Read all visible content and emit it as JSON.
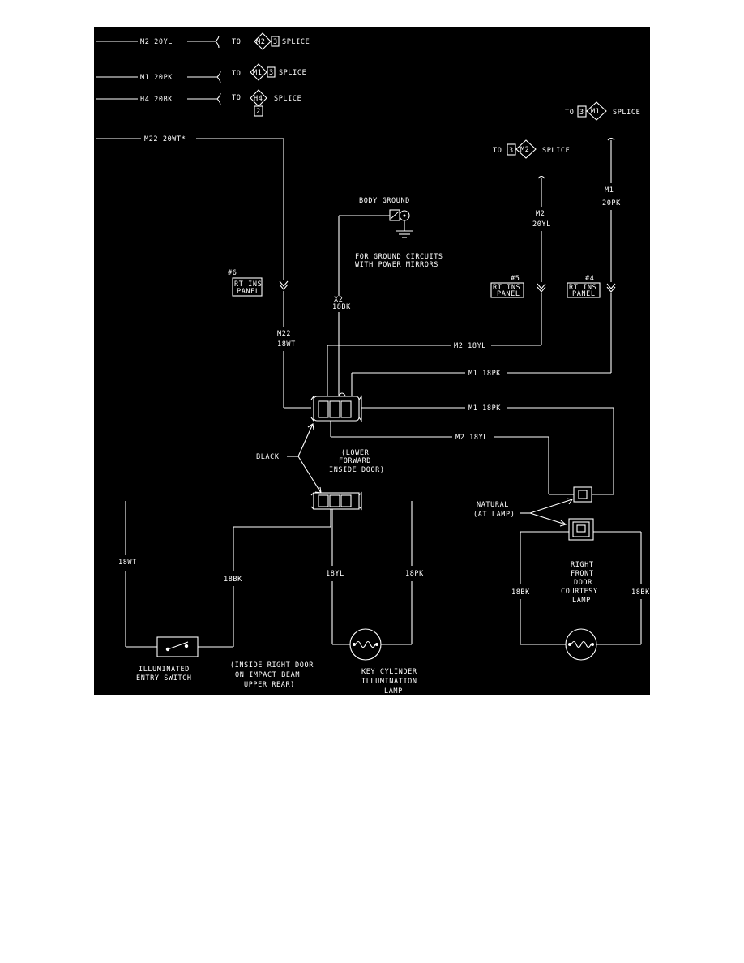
{
  "splices": {
    "m2_top": {
      "wire": "M2 20YL",
      "to": "TO",
      "code": "M2",
      "pin": "3",
      "label": "SPLICE"
    },
    "m1_top": {
      "wire": "M1 20PK",
      "to": "TO",
      "code": "M1",
      "pin": "3",
      "label": "SPLICE"
    },
    "h4_top": {
      "wire": "H4 20BK",
      "to": "TO",
      "code": "H4",
      "pin": "2",
      "label": "SPLICE"
    },
    "m1_right": {
      "to": "TO",
      "pin": "3",
      "code": "M1",
      "label": "SPLICE"
    },
    "m2_right": {
      "to": "TO",
      "pin": "3",
      "code": "M2",
      "label": "SPLICE"
    }
  },
  "wires": {
    "m22_top": "M22 20WT*",
    "m22_mid_code": "M22",
    "m22_mid_gauge": "18WT",
    "x2_code": "X2",
    "x2_gauge": "18BK",
    "m2_right_code": "M2",
    "m2_right_gauge": "20YL",
    "m1_right_code": "M1",
    "m1_right_gauge": "20PK",
    "m2_18yl_upper": "M2 18YL",
    "m1_18pk_upper": "M1 18PK",
    "m1_18pk_lower": "M1 18PK",
    "m2_18yl_lower": "M2 18YL",
    "w18wt": "18WT",
    "w18bk_left": "18BK",
    "w18yl": "18YL",
    "w18pk": "18PK",
    "w18bk_lamp_left": "18BK",
    "w18bk_lamp_right": "18BK"
  },
  "ground": {
    "title": "BODY GROUND",
    "note_line1": "FOR GROUND CIRCUITS",
    "note_line2": "WITH POWER MIRRORS"
  },
  "panels": {
    "p6": {
      "num": "#6",
      "line1": "RT INS",
      "line2": "PANEL"
    },
    "p5": {
      "num": "#5",
      "line1": "RT INS",
      "line2": "PANEL"
    },
    "p4": {
      "num": "#4",
      "line1": "RT INS",
      "line2": "PANEL"
    }
  },
  "labels": {
    "black": "BLACK",
    "lower_line1": "(LOWER",
    "lower_line2": "FORWARD",
    "lower_line3": "INSIDE DOOR)",
    "natural_line1": "NATURAL",
    "natural_line2": "(AT LAMP)",
    "courtesy_line1": "RIGHT",
    "courtesy_line2": "FRONT",
    "courtesy_line3": "DOOR",
    "courtesy_line4": "COURTESY",
    "courtesy_line5": "LAMP",
    "switch_line1": "ILLUMINATED",
    "switch_line2": "ENTRY SWITCH",
    "door_line1": "(INSIDE RIGHT DOOR",
    "door_line2": "ON IMPACT BEAM",
    "door_line3": "UPPER REAR)",
    "key_line1": "KEY CYLINDER",
    "key_line2": "ILLUMINATION",
    "key_line3": "LAMP"
  }
}
